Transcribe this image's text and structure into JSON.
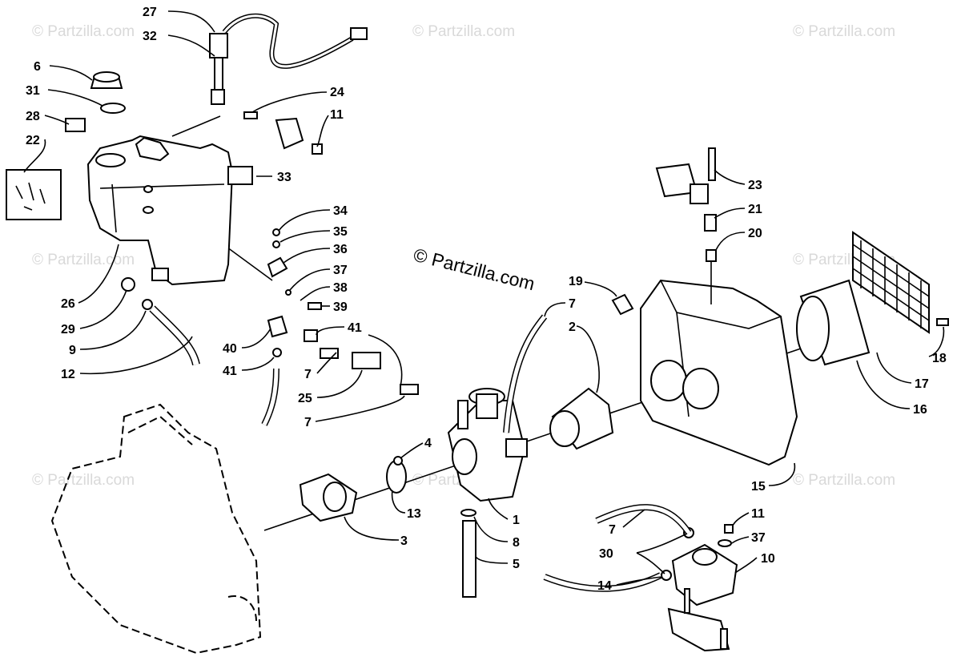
{
  "watermark": "© Partzilla.com",
  "main_watermark": "© Partzilla.com",
  "callouts": [
    {
      "id": "c27",
      "text": "27"
    },
    {
      "id": "c32",
      "text": "32"
    },
    {
      "id": "c6",
      "text": "6"
    },
    {
      "id": "c31",
      "text": "31"
    },
    {
      "id": "c28",
      "text": "28"
    },
    {
      "id": "c22",
      "text": "22"
    },
    {
      "id": "c24",
      "text": "24"
    },
    {
      "id": "c11a",
      "text": "11"
    },
    {
      "id": "c33",
      "text": "33"
    },
    {
      "id": "c34",
      "text": "34"
    },
    {
      "id": "c35",
      "text": "35"
    },
    {
      "id": "c36",
      "text": "36"
    },
    {
      "id": "c37a",
      "text": "37"
    },
    {
      "id": "c38",
      "text": "38"
    },
    {
      "id": "c39",
      "text": "39"
    },
    {
      "id": "c41a",
      "text": "41"
    },
    {
      "id": "c26",
      "text": "26"
    },
    {
      "id": "c29",
      "text": "29"
    },
    {
      "id": "c9",
      "text": "9"
    },
    {
      "id": "c12",
      "text": "12"
    },
    {
      "id": "c40",
      "text": "40"
    },
    {
      "id": "c41b",
      "text": "41"
    },
    {
      "id": "c7a",
      "text": "7"
    },
    {
      "id": "c25",
      "text": "25"
    },
    {
      "id": "c7b",
      "text": "7"
    },
    {
      "id": "c4",
      "text": "4"
    },
    {
      "id": "c13",
      "text": "13"
    },
    {
      "id": "c3",
      "text": "3"
    },
    {
      "id": "c1",
      "text": "1"
    },
    {
      "id": "c8",
      "text": "8"
    },
    {
      "id": "c5",
      "text": "5"
    },
    {
      "id": "c7c",
      "text": "7"
    },
    {
      "id": "c2",
      "text": "2"
    },
    {
      "id": "c19",
      "text": "19"
    },
    {
      "id": "c23",
      "text": "23"
    },
    {
      "id": "c21",
      "text": "21"
    },
    {
      "id": "c20",
      "text": "20"
    },
    {
      "id": "c18",
      "text": "18"
    },
    {
      "id": "c17",
      "text": "17"
    },
    {
      "id": "c16",
      "text": "16"
    },
    {
      "id": "c15",
      "text": "15"
    },
    {
      "id": "c11b",
      "text": "11"
    },
    {
      "id": "c37b",
      "text": "37"
    },
    {
      "id": "c7d",
      "text": "7"
    },
    {
      "id": "c30",
      "text": "30"
    },
    {
      "id": "c10",
      "text": "10"
    },
    {
      "id": "c14",
      "text": "14"
    }
  ]
}
